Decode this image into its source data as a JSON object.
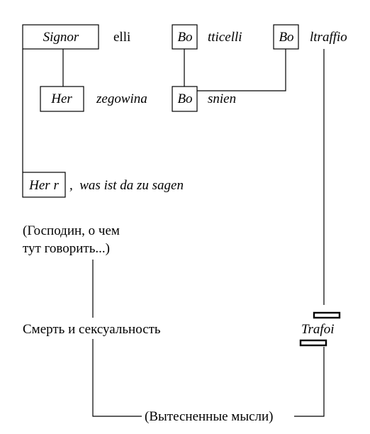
{
  "boxes": {
    "signor": "Signor",
    "her": "Her",
    "herr": "Her r",
    "bo_botticelli": "Bo",
    "bo_bosnien": "Bo",
    "bo_boltraffio": "Bo"
  },
  "fragments": {
    "elli": "elli",
    "zegowina": "zegowina",
    "was_ist": ",  was ist da zu sagen",
    "tticelli": "tticelli",
    "snien": "snien",
    "ltraffio": "ltraffio"
  },
  "russian": {
    "gospodin_line1": "(Господин, о чем",
    "gospodin_line2": "тут говорить...)",
    "smert": "Смерть и сексуальность",
    "vytesnennye": "(Вытесненные мысли)"
  },
  "trafoi": "Trafoi"
}
